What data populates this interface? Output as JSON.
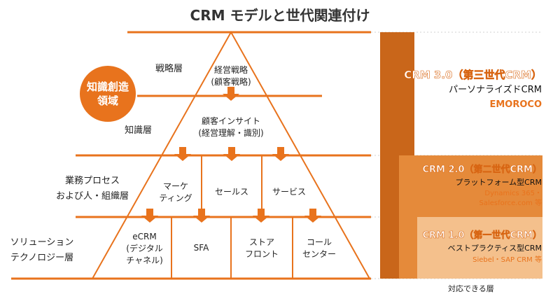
{
  "title": "CRM モデルと世代関連付け",
  "badge": {
    "line1": "知識創造",
    "line2": "領域"
  },
  "layers": {
    "strategy": "戦略層",
    "knowledge": "知識層",
    "business_line1": "業務プロセス",
    "business_line2": "および人・組織層",
    "solution_line1": "ソリューション",
    "solution_line2": "テクノロジー層"
  },
  "pyramid": {
    "strategy_box": {
      "line1": "経営戦略",
      "line2": "(顧客戦略)"
    },
    "insight_box": {
      "line1": "顧客インサイト",
      "line2": "(経営理解・識別)"
    },
    "business": [
      {
        "line1": "マーケ",
        "line2": "ティング"
      },
      {
        "line1": "セールス",
        "line2": ""
      },
      {
        "line1": "サービス",
        "line2": ""
      }
    ],
    "solutions": [
      {
        "line1": "eCRM",
        "line2": "(デジタル",
        "line3": "チャネル)"
      },
      {
        "line1": "SFA",
        "line2": "",
        "line3": ""
      },
      {
        "line1": "ストア",
        "line2": "フロント",
        "line3": ""
      },
      {
        "line1": "コール",
        "line2": "センター",
        "line3": ""
      }
    ]
  },
  "generations": [
    {
      "head": "CRM 3.0（第三世代CRM）",
      "sub": "パーソナライズドCRM",
      "ex1": "EMOROCO",
      "ex2": ""
    },
    {
      "head": "CRM 2.0（第二世代CRM）",
      "sub": "プラットフォーム型CRM",
      "ex1": "Dynamics 365・",
      "ex2": "Salesforce.com 等"
    },
    {
      "head": "CRM 1.0（第一世代CRM）",
      "sub": "ベストプラクティス型CRM",
      "ex1": "Siebel・SAP CRM 等",
      "ex2": ""
    }
  ],
  "footnote": "対応できる層",
  "colors": {
    "accent": "#e8731d",
    "bar_dark": "#c9661a",
    "bar_mid": "#e58a3a",
    "bar_light": "#f4c08c"
  }
}
